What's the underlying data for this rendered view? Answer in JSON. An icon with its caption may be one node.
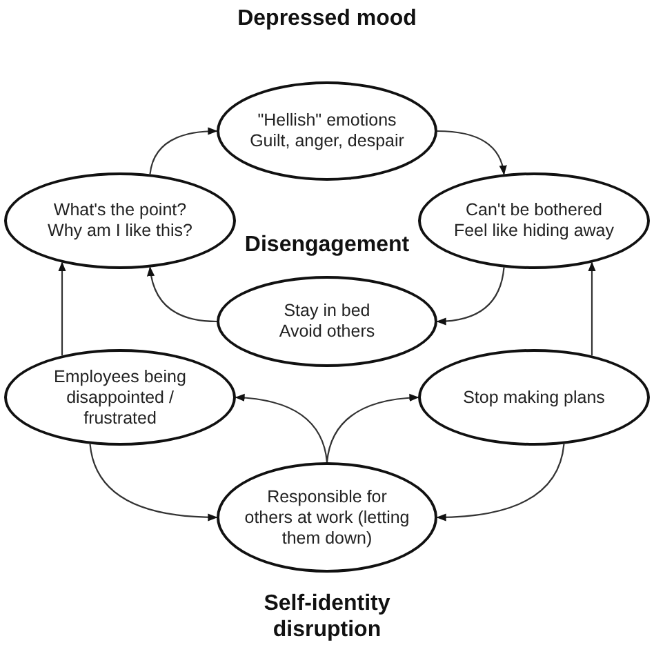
{
  "diagram": {
    "nodes": [
      {
        "text": [
          "\"Hellish\" emotions",
          "Guilt, anger, despair"
        ]
      },
      {
        "text": [
          "What's the point?",
          "Why am I like this?"
        ]
      },
      {
        "text": [
          "Can't be bothered",
          "Feel like hiding away"
        ]
      },
      {
        "text": [
          "Stay in bed",
          "Avoid others"
        ]
      },
      {
        "text": [
          "Employees being disappointed / frustrated"
        ]
      },
      {
        "text": [
          "Stop making plans"
        ]
      },
      {
        "text": [
          "Responsible for others at work (letting them down)"
        ]
      }
    ],
    "edges": [
      {
        "from": 1,
        "to": 0,
        "arrow": "to"
      },
      {
        "from": 0,
        "to": 2,
        "arrow": "to"
      },
      {
        "from": 2,
        "to": 3,
        "arrow": "to"
      },
      {
        "from": 3,
        "to": 1,
        "arrow": "to"
      },
      {
        "from": 4,
        "to": 1,
        "arrow": "to"
      },
      {
        "from": 5,
        "to": 2,
        "arrow": "to"
      },
      {
        "from": 6,
        "to": 4,
        "arrow": "to"
      },
      {
        "from": 6,
        "to": 5,
        "arrow": "to"
      },
      {
        "from": 4,
        "to": 6,
        "arrow": "to"
      },
      {
        "from": 5,
        "to": 6,
        "arrow": "to"
      }
    ],
    "labels": [
      "Depressed mood",
      "Disengagement",
      "Self-identity disruption"
    ]
  }
}
